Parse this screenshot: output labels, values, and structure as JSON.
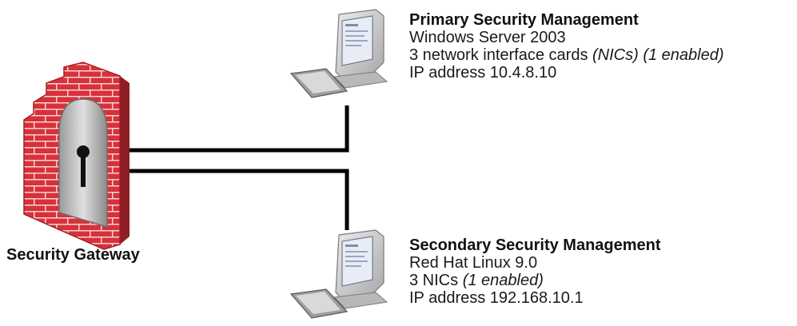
{
  "gateway": {
    "label": "Security Gateway",
    "colors": {
      "brick": "#d8313a",
      "mortar": "#f4d4d4",
      "shadow": "#8e1d24"
    }
  },
  "primary": {
    "title": "Primary Security Management",
    "os": "Windows Server 2003",
    "nics_prefix": "3 network interface cards ",
    "nics_italic": "(NICs) (1 enabled)",
    "ip": "IP address 10.4.8.10"
  },
  "secondary": {
    "title": "Secondary Security Management",
    "os": "Red Hat Linux 9.0",
    "nics_prefix": "3 NICs ",
    "nics_italic": "(1 enabled)",
    "ip": "IP address 192.168.10.1"
  },
  "connections": [
    {
      "from": "security-gateway",
      "to": "primary-security-management"
    },
    {
      "from": "security-gateway",
      "to": "secondary-security-management"
    }
  ],
  "colors": {
    "line": "#000000",
    "computer": "#c9c9c9",
    "screen": "#e8ecf4"
  }
}
